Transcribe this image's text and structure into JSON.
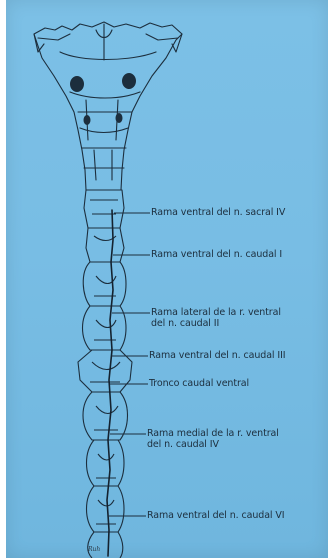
{
  "colors": {
    "background": "#7bbfe5",
    "ink": "#1c2e3d"
  },
  "labels": {
    "sacral_iv": "Rama ventral del n. sacral IV",
    "caudal_i": "Rama ventral del n. caudal I",
    "caudal_ii_line1": "Rama lateral de la r. ventral",
    "caudal_ii_line2": "del n. caudal II",
    "caudal_iii": "Rama ventral del n. caudal III",
    "tronco": "Tronco caudal ventral",
    "caudal_iv_line1": "Rama medial de la r. ventral",
    "caudal_iv_line2": "del n. caudal IV",
    "caudal_vi": "Rama ventral del n. caudal VI"
  },
  "signature": "Ruh"
}
